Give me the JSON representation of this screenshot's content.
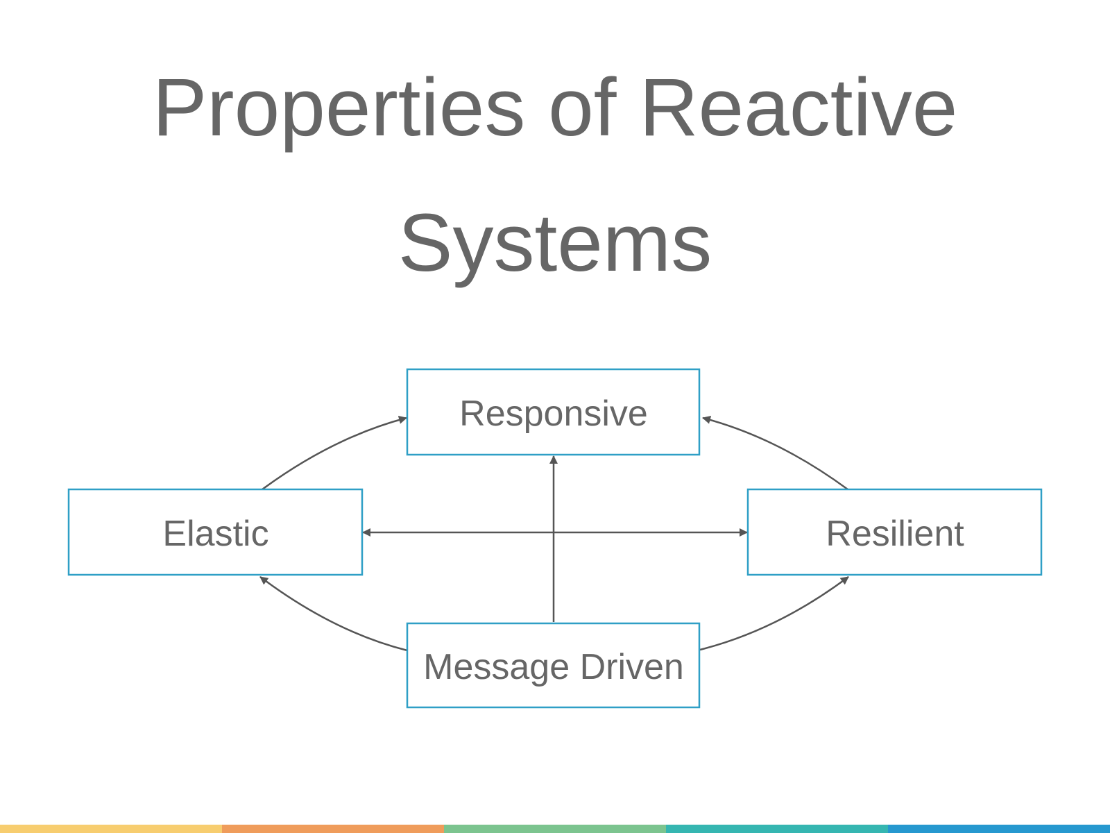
{
  "slide": {
    "title_line_1": "Properties of Reactive",
    "title_line_2": "Systems"
  },
  "diagram": {
    "nodes": {
      "responsive": "Responsive",
      "elastic": "Elastic",
      "resilient": "Resilient",
      "message_driven": "Message Driven"
    },
    "edges": [
      {
        "from": "elastic",
        "to": "responsive"
      },
      {
        "from": "resilient",
        "to": "responsive"
      },
      {
        "from": "message_driven",
        "to": "responsive"
      },
      {
        "from": "message_driven",
        "to": "elastic"
      },
      {
        "from": "message_driven",
        "to": "resilient"
      },
      {
        "from": "elastic",
        "to": "resilient",
        "bidirectional": true
      }
    ],
    "colors": {
      "box_border": "#2f9fc6",
      "arrow": "#555555",
      "text": "#666666"
    }
  },
  "footer": {
    "colors": [
      "#f7cd6f",
      "#ef9c5b",
      "#7cc48f",
      "#35b6b1",
      "#2698cf"
    ]
  }
}
